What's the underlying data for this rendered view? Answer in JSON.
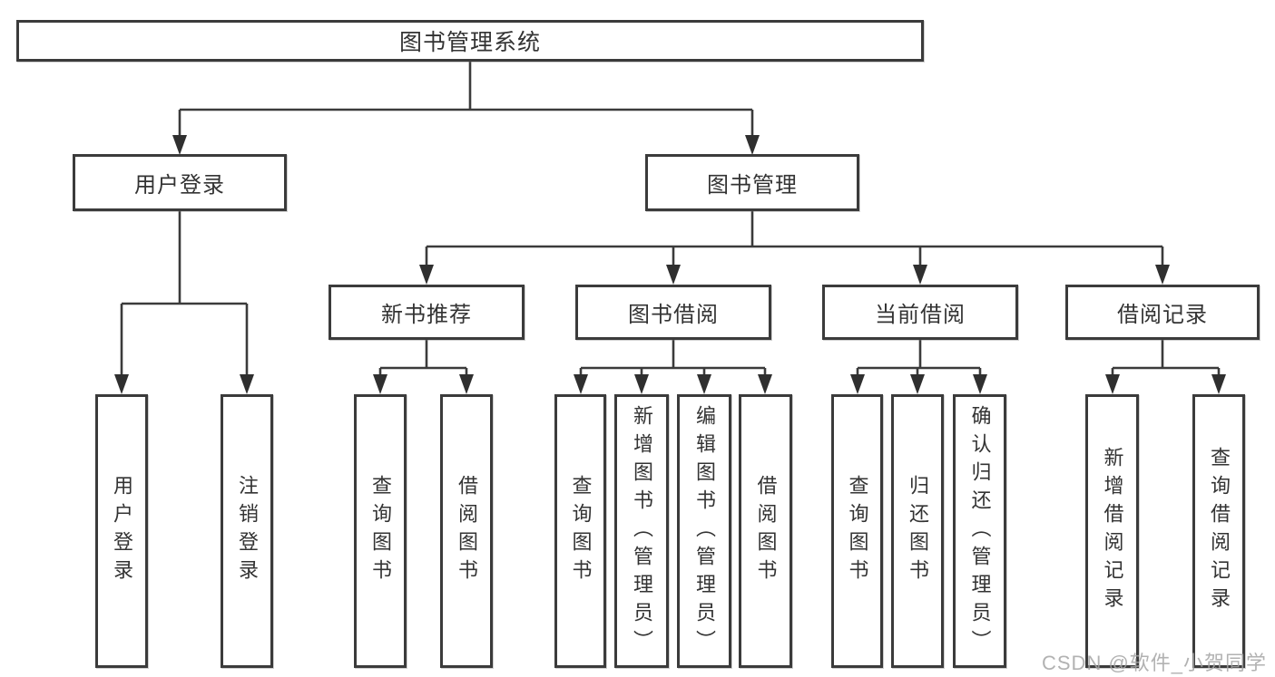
{
  "diagram": {
    "root": {
      "label": "图书管理系统"
    },
    "branches": [
      {
        "label": "用户登录",
        "children": [
          {
            "label": "用户登录"
          },
          {
            "label": "注销登录"
          }
        ]
      },
      {
        "label": "图书管理",
        "children": [
          {
            "label": "新书推荐",
            "children": [
              {
                "label": "查询图书"
              },
              {
                "label": "借阅图书"
              }
            ]
          },
          {
            "label": "图书借阅",
            "children": [
              {
                "label": "查询图书"
              },
              {
                "label": "新增图书（管理员）"
              },
              {
                "label": "编辑图书（管理员）"
              },
              {
                "label": "借阅图书"
              }
            ]
          },
          {
            "label": "当前借阅",
            "children": [
              {
                "label": "查询图书"
              },
              {
                "label": "归还图书"
              },
              {
                "label": "确认归还（管理员）"
              }
            ]
          },
          {
            "label": "借阅记录",
            "children": [
              {
                "label": "新增借阅记录"
              },
              {
                "label": "查询借阅记录"
              }
            ]
          }
        ]
      }
    ]
  },
  "watermark": {
    "text": "CSDN @软件_小贺同学"
  },
  "colors": {
    "line": "#3b3b3b",
    "arrow": "#2f2f2f",
    "text": "#333333",
    "background": "#ffffff",
    "watermark": "#a5a5a5"
  }
}
